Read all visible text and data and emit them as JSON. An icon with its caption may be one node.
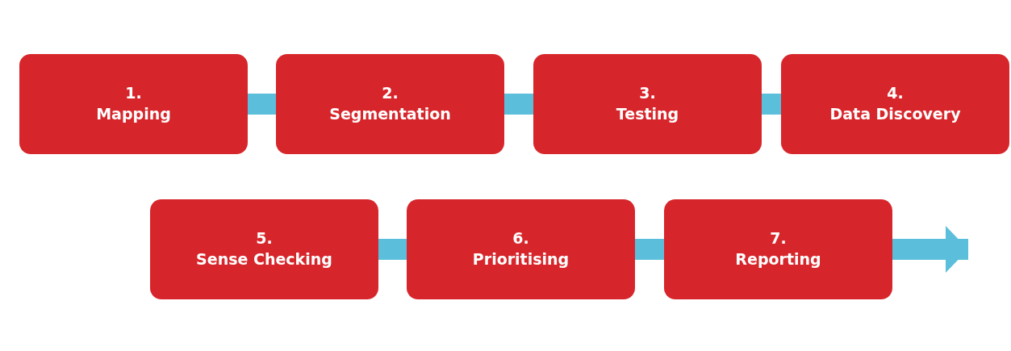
{
  "diagram": {
    "nodes": [
      {
        "text": [
          "1.",
          "Mapping"
        ]
      },
      {
        "text": [
          "2.",
          "Segmentation"
        ]
      },
      {
        "text": [
          "3.",
          "Testing"
        ]
      },
      {
        "text": [
          "4.",
          "Data Discovery"
        ]
      },
      {
        "text": [
          "5.",
          "Sense Checking"
        ]
      },
      {
        "text": [
          "6.",
          "Prioritising"
        ]
      },
      {
        "text": [
          "7.",
          "Reporting"
        ]
      }
    ],
    "edges": [
      {
        "from": 0,
        "to": 1,
        "arrow": "none"
      },
      {
        "from": 1,
        "to": 2,
        "arrow": "none"
      },
      {
        "from": 2,
        "to": 3,
        "arrow": "none"
      },
      {
        "from": 4,
        "to": 5,
        "arrow": "none"
      },
      {
        "from": 5,
        "to": 6,
        "arrow": "none"
      },
      {
        "from": 6,
        "to": null,
        "arrow": "to"
      }
    ]
  }
}
